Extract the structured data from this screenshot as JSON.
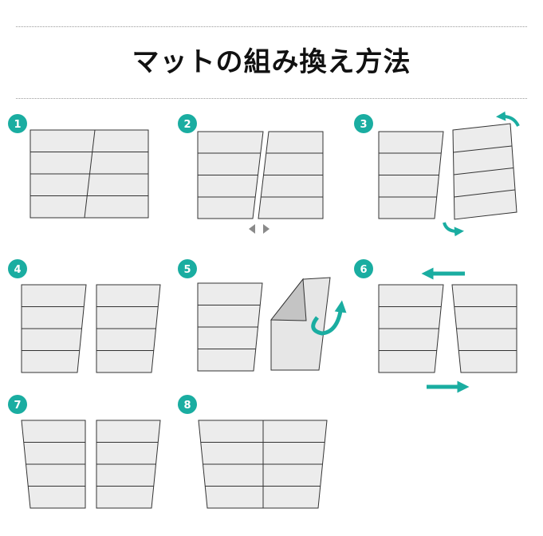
{
  "title": "マットの組み換え方法",
  "steps": [
    "1",
    "2",
    "3",
    "4",
    "5",
    "6",
    "7",
    "8"
  ],
  "colors": {
    "accent": "#1aada1",
    "panel_fill": "#ececec",
    "panel_stroke": "#333333",
    "sheet_fill": "#e6e6e6",
    "sheet_shadow": "#c4c4c4",
    "nudge_arrows": "#8a8a8a"
  }
}
